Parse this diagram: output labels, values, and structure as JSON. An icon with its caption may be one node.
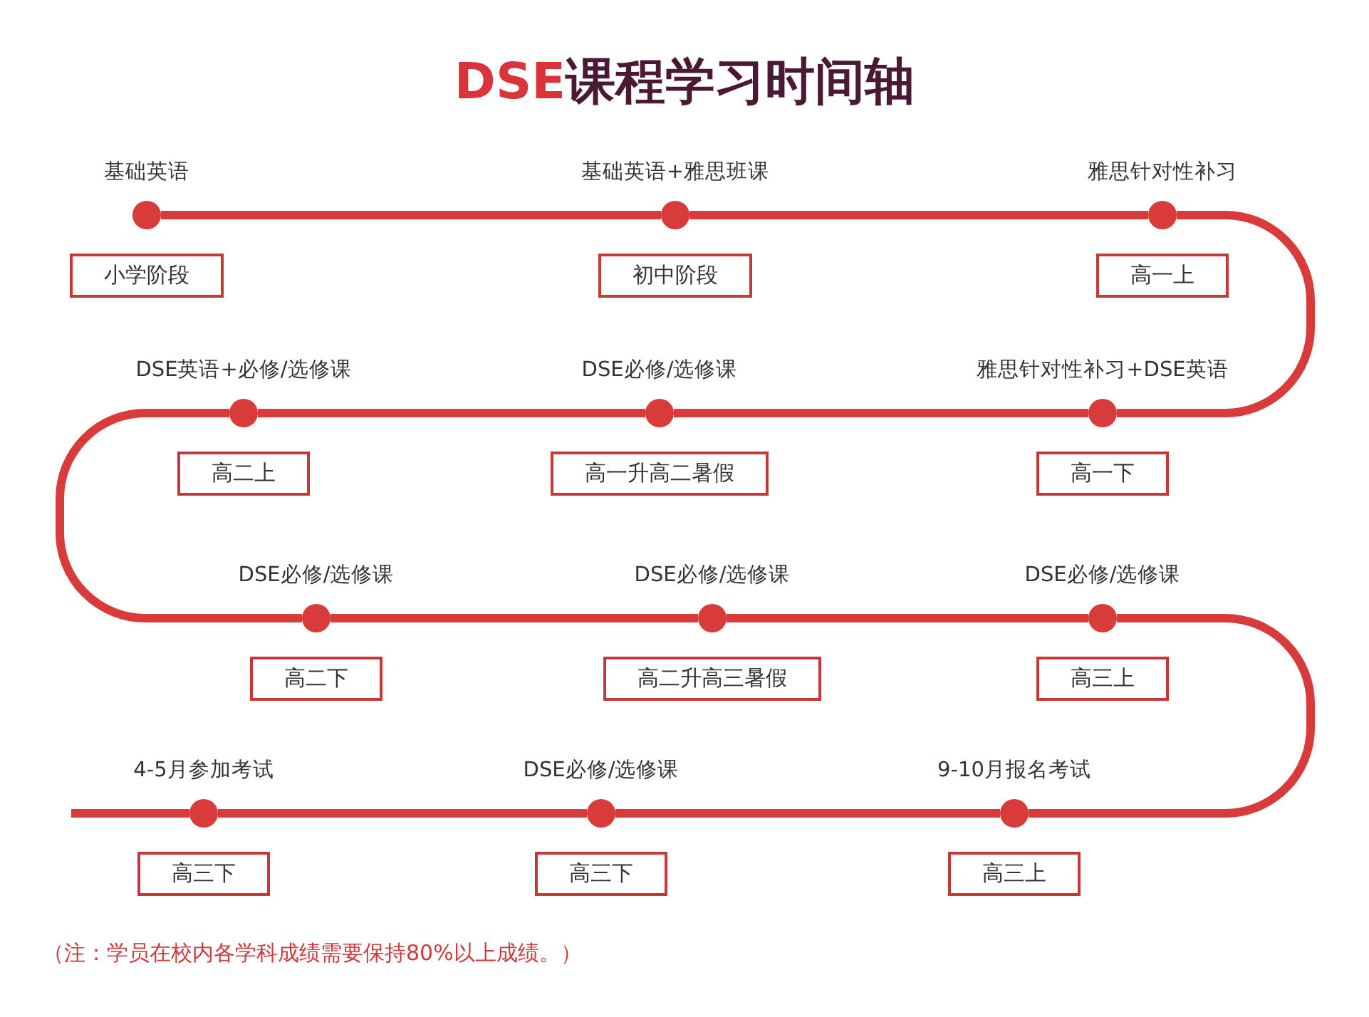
{
  "diagram": {
    "title": "**DSE**课程学习时间轴",
    "nodes": [
      {
        "text": [],
        "shape": "circle",
        "beside": [
          "基础英语"
        ]
      },
      {
        "text": [
          "小学阶段"
        ]
      },
      {
        "text": [],
        "shape": "circle",
        "beside": [
          "基础英语+雅思班课"
        ]
      },
      {
        "text": [
          "初中阶段"
        ]
      },
      {
        "text": [],
        "shape": "circle",
        "beside": [
          "雅思针对性补习"
        ]
      },
      {
        "text": [
          "高一上"
        ]
      },
      {
        "text": [],
        "shape": "circle",
        "beside": [
          "雅思针对性补习+DSE英语"
        ]
      },
      {
        "text": [
          "高一下"
        ]
      },
      {
        "text": [],
        "shape": "circle",
        "beside": [
          "DSE必修/选修课"
        ]
      },
      {
        "text": [
          "高一升高二暑假"
        ]
      },
      {
        "text": [],
        "shape": "circle",
        "beside": [
          "DSE英语+必修/选修课"
        ]
      },
      {
        "text": [
          "高二上"
        ]
      },
      {
        "text": [],
        "shape": "circle",
        "beside": [
          "DSE必修/选修课"
        ]
      },
      {
        "text": [
          "高二下"
        ]
      },
      {
        "text": [],
        "shape": "circle",
        "beside": [
          "DSE必修/选修课"
        ]
      },
      {
        "text": [
          "高二升高三暑假"
        ]
      },
      {
        "text": [],
        "shape": "circle",
        "beside": [
          "DSE必修/选修课"
        ]
      },
      {
        "text": [
          "高三上"
        ]
      },
      {
        "text": [],
        "shape": "circle",
        "beside": [
          "9-10月报名考试"
        ]
      },
      {
        "text": [
          "高三上"
        ]
      },
      {
        "text": [],
        "shape": "circle",
        "beside": [
          "DSE必修/选修课"
        ]
      },
      {
        "text": [
          "高三下"
        ]
      },
      {
        "text": [],
        "shape": "circle",
        "beside": [
          "4-5月参加考试"
        ]
      },
      {
        "text": [
          "高三下"
        ]
      }
    ],
    "edges": [
      {
        "from": 0,
        "to": 2,
        "arrow": "none"
      },
      {
        "from": 2,
        "to": 4,
        "arrow": "none"
      },
      {
        "from": 4,
        "to": 6,
        "arrow": "none"
      },
      {
        "from": 6,
        "to": 8,
        "arrow": "none"
      },
      {
        "from": 8,
        "to": 10,
        "arrow": "none"
      },
      {
        "from": 10,
        "to": 12,
        "arrow": "none"
      },
      {
        "from": 12,
        "to": 14,
        "arrow": "none"
      },
      {
        "from": 14,
        "to": 16,
        "arrow": "none"
      },
      {
        "from": 16,
        "to": 18,
        "arrow": "none"
      },
      {
        "from": 18,
        "to": 20,
        "arrow": "none"
      },
      {
        "from": 20,
        "to": 22,
        "arrow": "none"
      },
      {
        "from": 22,
        "to": null,
        "arrow": "none"
      }
    ],
    "labels": [
      "（注：学员在校内各学科成绩需要保持80%以上成绩。）"
    ]
  }
}
